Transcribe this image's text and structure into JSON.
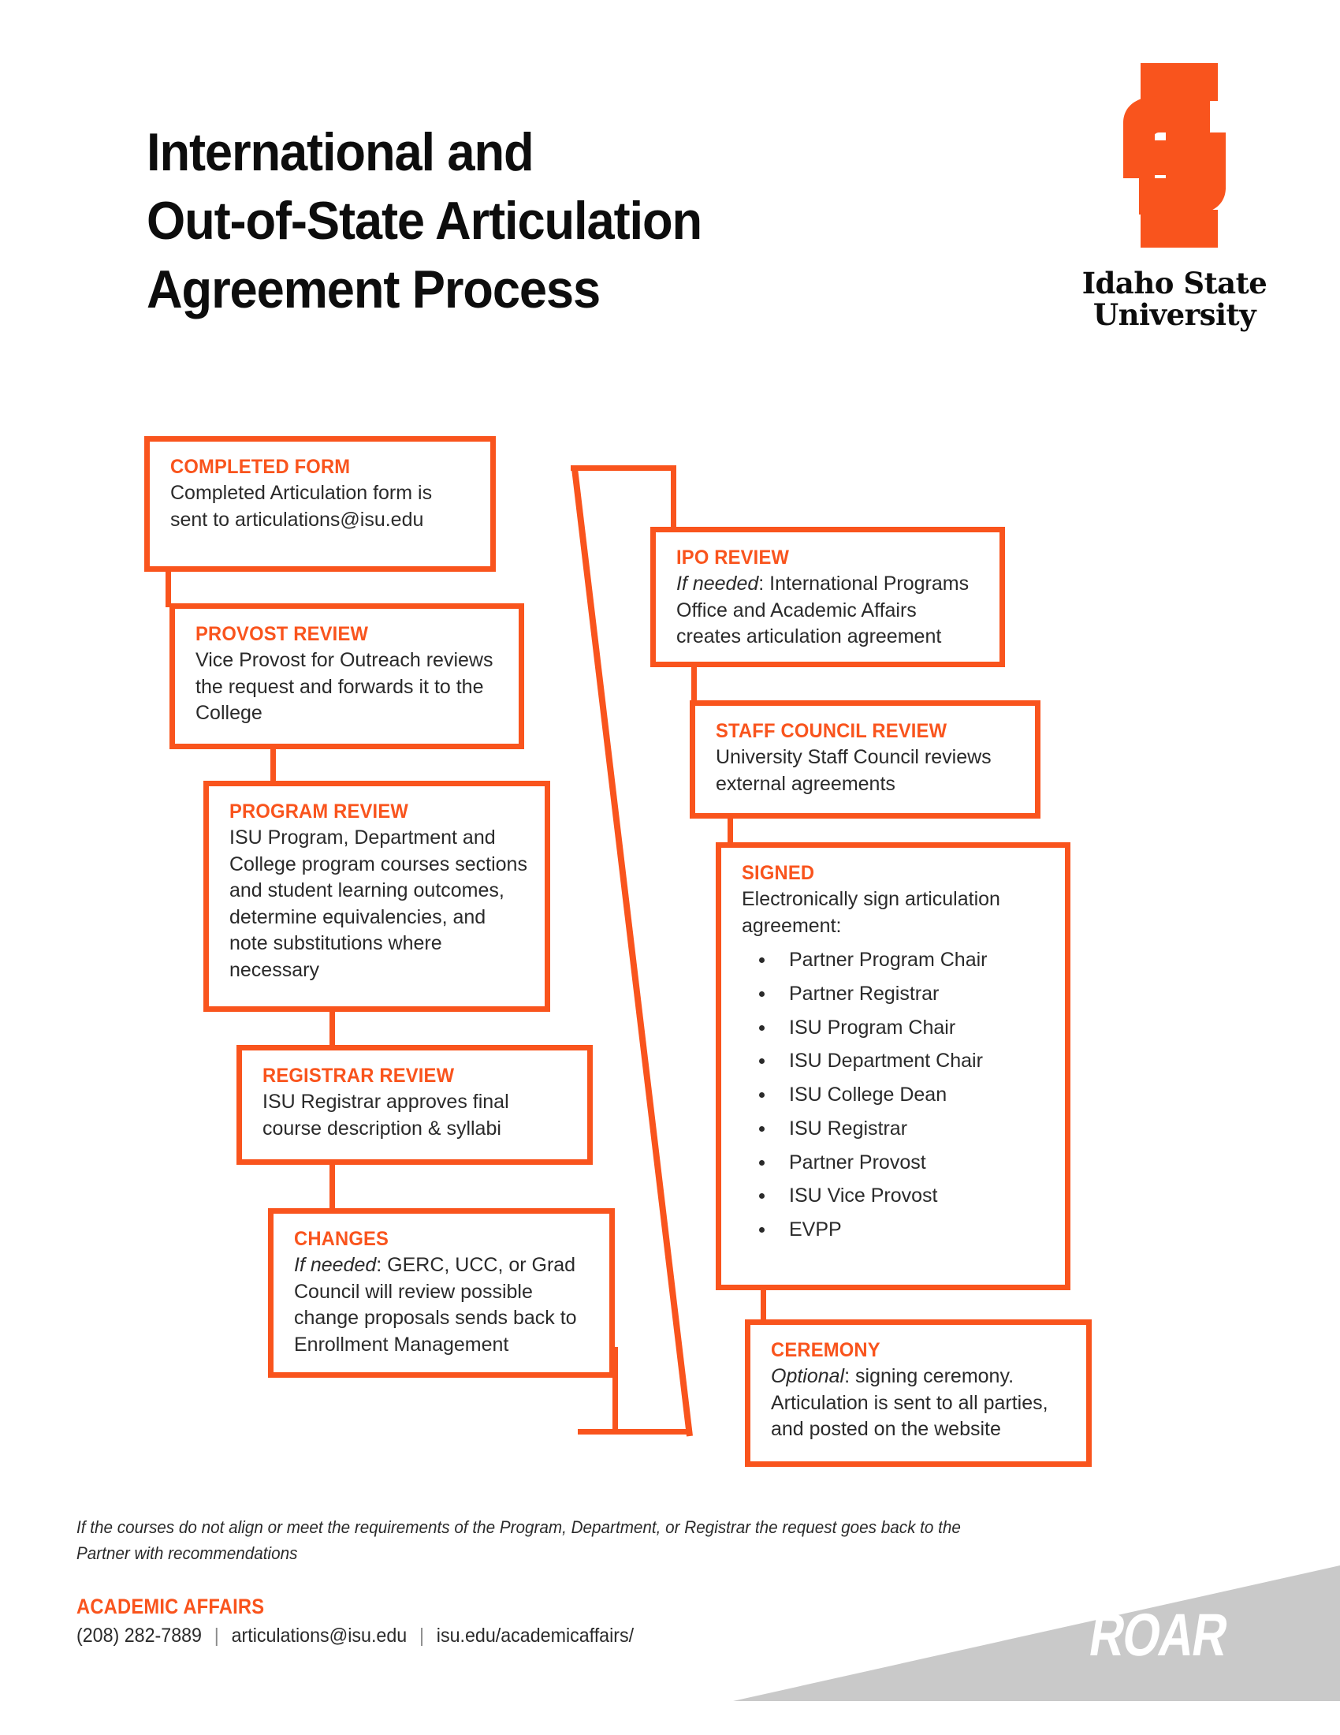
{
  "document": {
    "title_lines": [
      "International and",
      "Out-of-State Articulation",
      "Agreement Process"
    ]
  },
  "brand": {
    "logo_icon": "isu-interlocking-is-logo",
    "name_line1": "Idaho State",
    "name_line2": "University",
    "orange": "#f9541d",
    "gray": "#c9c9c9"
  },
  "flow": {
    "nodes": [
      {
        "id": "completed-form",
        "heading": "COMPLETED FORM",
        "body": "Completed Articulation form is sent to articulations@isu.edu"
      },
      {
        "id": "provost-review",
        "heading": "PROVOST REVIEW",
        "body": "Vice Provost for Outreach reviews the request and forwards it to the College"
      },
      {
        "id": "program-review",
        "heading": "PROGRAM REVIEW",
        "body": "ISU Program, Department and College program courses sections and student learning outcomes, determine equivalencies, and note substitutions where necessary"
      },
      {
        "id": "registrar-review",
        "heading": "REGISTRAR REVIEW",
        "body": "ISU Registrar approves final course description & syllabi"
      },
      {
        "id": "changes",
        "heading": "CHANGES",
        "emphasis": "If needed",
        "body": ": GERC, UCC, or Grad Council will review possible change proposals sends back to Enrollment Management"
      },
      {
        "id": "ipo-review",
        "heading": "IPO REVIEW",
        "emphasis": "If needed",
        "body": ": International Programs Office and Academic Affairs creates articulation agreement"
      },
      {
        "id": "staff-council-review",
        "heading": "STAFF COUNCIL REVIEW",
        "body": "University Staff Council reviews external agreements"
      },
      {
        "id": "signed",
        "heading": "SIGNED",
        "body": "Electronically sign articulation agreement:",
        "signatories": [
          "Partner Program Chair",
          "Partner Registrar",
          "ISU Program Chair",
          "ISU Department Chair",
          "ISU College Dean",
          "ISU Registrar",
          "Partner Provost",
          "ISU Vice Provost",
          "EVPP"
        ]
      },
      {
        "id": "ceremony",
        "heading": "CEREMONY",
        "emphasis": "Optional",
        "body": ": signing ceremony. Articulation is sent to all parties, and posted on the website"
      }
    ]
  },
  "footer": {
    "note": "If the courses do not align or meet the requirements of the Program, Department, or Registrar the request goes back to the Partner with recommendations",
    "department": "ACADEMIC AFFAIRS",
    "phone": "(208) 282-7889",
    "email": "articulations@isu.edu",
    "website": "isu.edu/academicaffairs/",
    "separator": "|",
    "slogan": "ROAR"
  }
}
